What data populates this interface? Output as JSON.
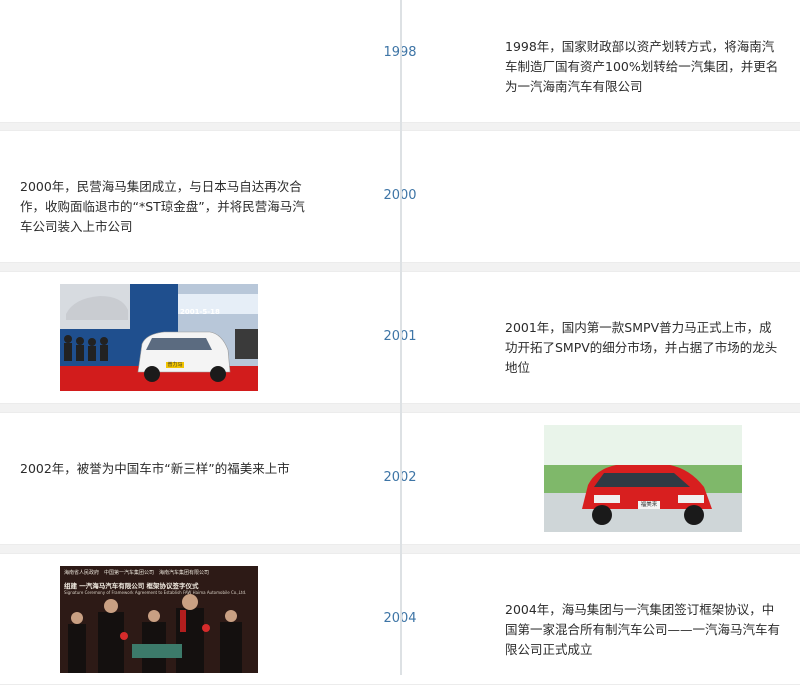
{
  "timeline": [
    {
      "year": "1998",
      "text": "1998年，国家财政部以资产划转方式，将海南汽车制造厂国有资产100%划转给一汽集团，并更名为一汽海南汽车有限公司"
    },
    {
      "year": "2000",
      "text": "2000年，民营海马集团成立，与日本马自达再次合作，收购面临退市的“*ST琼金盘”，并将民营海马汽车公司装入上市公司"
    },
    {
      "year": "2001",
      "text": "2001年，国内第一款SMPV普力马正式上市，成功开拓了SMPV的细分市场，并占据了市场的龙头地位",
      "photo_caption": "2001-5-18",
      "plate": "普力马"
    },
    {
      "year": "2002",
      "text": "2002年，被誉为中国车市“新三样”的福美来上市",
      "plate": "福美来"
    },
    {
      "year": "2004",
      "text": "2004年，海马集团与一汽集团签订框架协议，中国第一家混合所有制汽车公司——一汽海马汽车有限公司正式成立",
      "banner_line1": "海南省人民政府　中国第一汽车集团公司　海南汽车集团有限公司",
      "banner_line2": "组建 一汽海马汽车有限公司 框架协议签字仪式",
      "banner_line3": "Signature Ceremony of Framework Agreement to Establish FAW Haima Automobile Co.,Ltd."
    }
  ],
  "colors": {
    "year": "#3e75a6",
    "text": "#2b2b2b",
    "axis": "#dde1e4",
    "gap": "#f2f2f2"
  }
}
